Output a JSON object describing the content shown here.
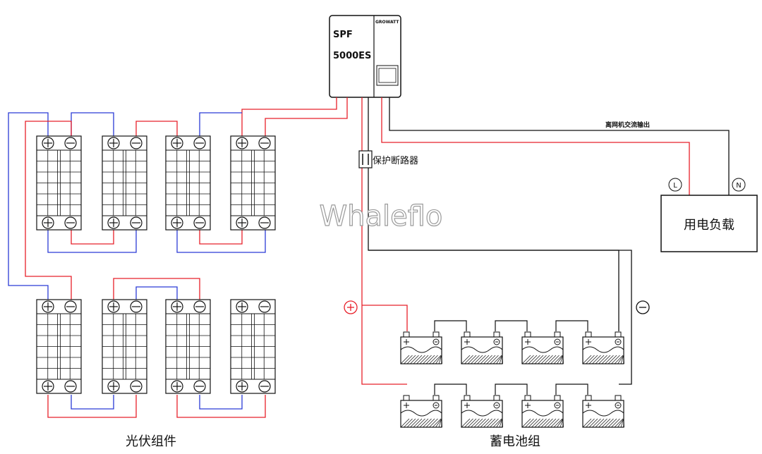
{
  "inverter": {
    "model_line1": "SPF",
    "model_line2": "5000ES",
    "brand": "GROWATT"
  },
  "labels": {
    "breaker": "保护断路器",
    "ac_output": "离网机交流输出",
    "load": "用电负载",
    "pv_array": "光伏组件",
    "battery_bank": "蓄电池组",
    "watermark": "Whaleflo",
    "live_terminal": "L",
    "neutral_terminal": "N"
  },
  "colors": {
    "positive_wire": "#e8202a",
    "negative_wire": "#2b3bd6",
    "neutral_wire": "#111111"
  }
}
